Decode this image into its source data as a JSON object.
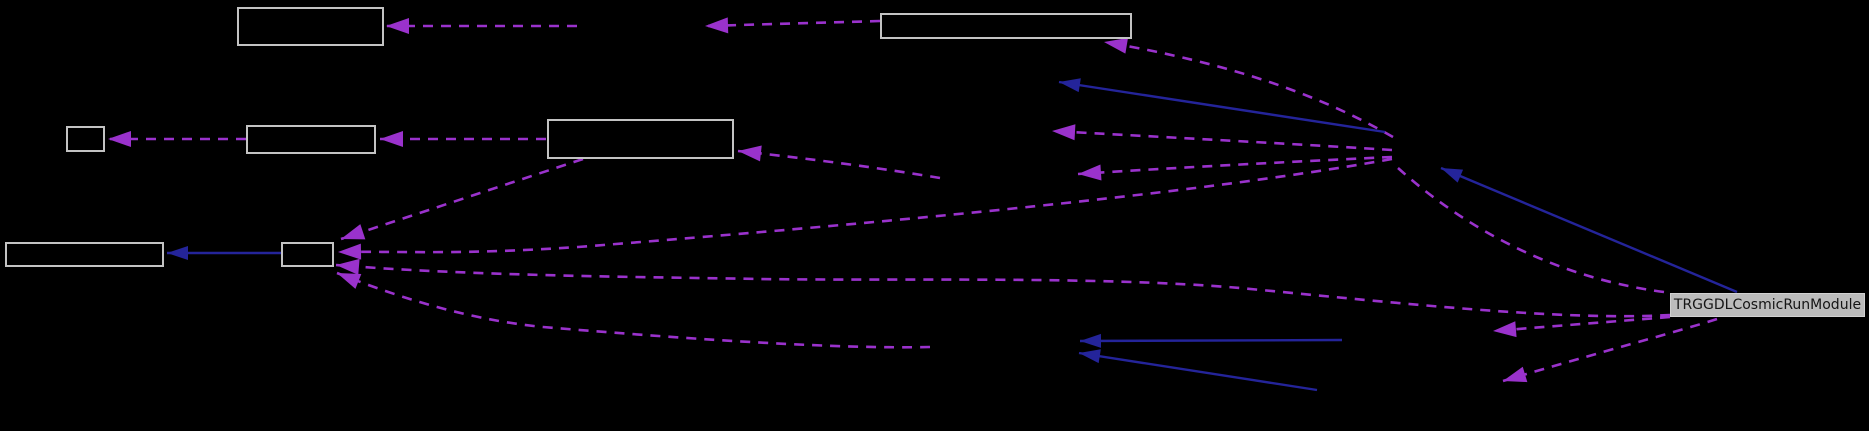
{
  "diagram": {
    "type": "collaboration-graph",
    "main_node": {
      "label": "TRGGDLCosmicRunModule"
    },
    "hidden_nodes": [
      {
        "id": "node-box-a"
      },
      {
        "id": "node-box-b"
      },
      {
        "id": "node-box-c"
      },
      {
        "id": "node-box-d"
      },
      {
        "id": "node-box-e"
      },
      {
        "id": "node-box-f"
      },
      {
        "id": "node-box-g"
      }
    ],
    "colors": {
      "background": "#000000",
      "usage_edge": "#9a32cc",
      "inheritance_edge": "#24249a",
      "node_border": "#c3c3c3",
      "main_node_fill": "#bcbcbc",
      "main_node_text": "#151515"
    }
  }
}
